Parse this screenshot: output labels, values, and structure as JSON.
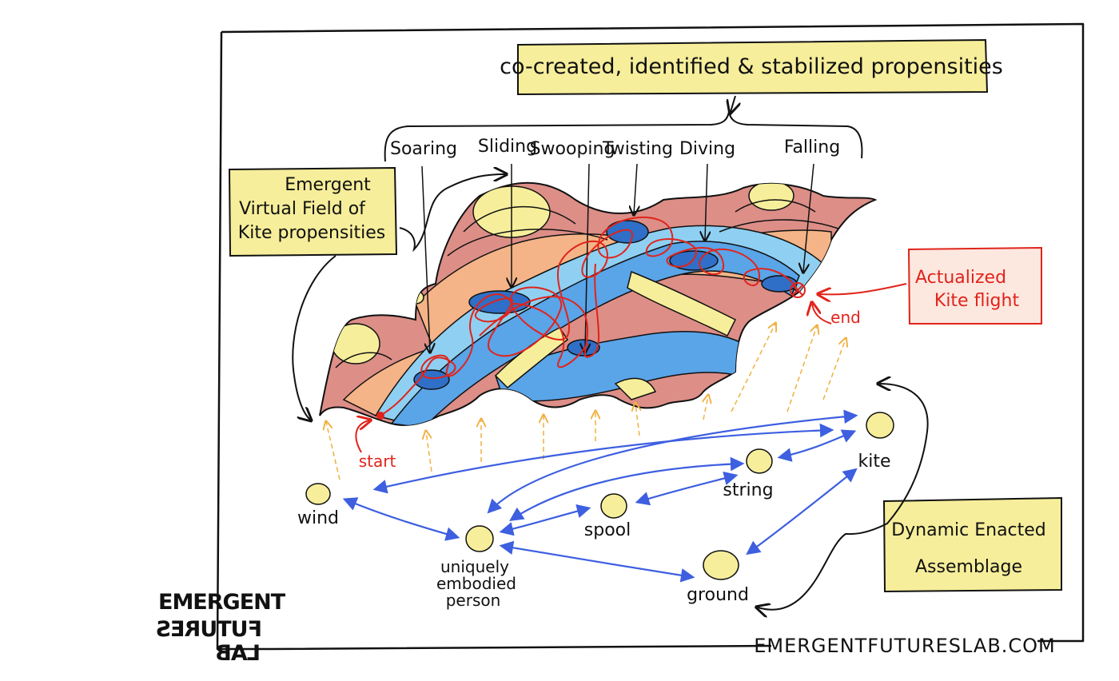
{
  "header_box": {
    "text": "co-created, identified & stabilized  propensities"
  },
  "propensities": [
    "Soaring",
    "Sliding",
    "Swooping",
    "Twisting",
    "Diving",
    "Falling"
  ],
  "field_box": {
    "lines": [
      "Emergent",
      "Virtual Field of",
      "Kite propensities"
    ]
  },
  "actualized_box": {
    "lines": [
      "Actualized",
      "Kite  flight"
    ]
  },
  "assemblage_box": {
    "lines": [
      "Dynamic Enacted",
      "Assemblage"
    ]
  },
  "flight_labels": {
    "start": "start",
    "end": "end"
  },
  "nodes": {
    "wind": "wind",
    "person": [
      "uniquely",
      "embodied",
      "person"
    ],
    "spool": "spool",
    "string": "string",
    "kite": "kite",
    "ground": "ground"
  },
  "logo": {
    "lines": [
      "EMERGENT",
      "FUTURES",
      "LAB"
    ]
  },
  "website": "EMERGENTFUTURESLAB.COM",
  "colors": {
    "yellow": "#f6ee9a",
    "red": "#e0241b",
    "blue_arrow": "#3d5fe0",
    "pink": "#dc8e87",
    "orange": "#f4b487",
    "light_blue": "#8fd0f2",
    "mid_blue": "#5aa4e8",
    "dark_blue": "#2f6fc7"
  }
}
